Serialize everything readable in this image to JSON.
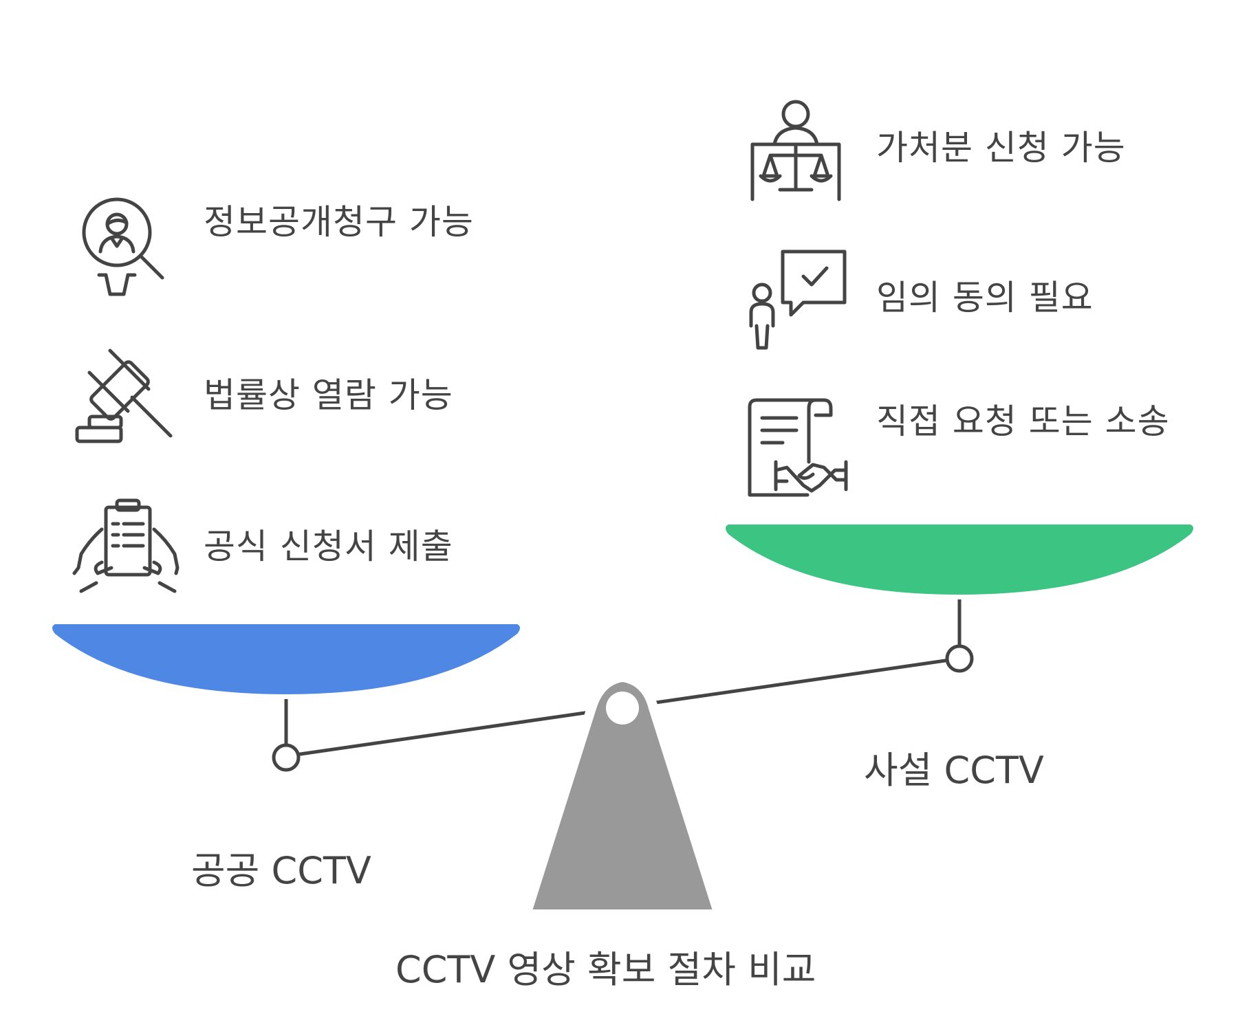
{
  "title": "CCTV 영상 확보 절차 비교",
  "colors": {
    "public_pan": "#4F87E4",
    "private_pan": "#3CC483",
    "fulcrum": "#999999",
    "line": "#444444"
  },
  "public": {
    "label": "공공 CCTV",
    "items": [
      {
        "icon": "person-search-icon",
        "text": "정보공개청구 가능"
      },
      {
        "icon": "gavel-icon",
        "text": "법률상 열람 가능"
      },
      {
        "icon": "clipboard-hands-icon",
        "text": "공식 신청서 제출"
      }
    ]
  },
  "private": {
    "label": "사설 CCTV",
    "items": [
      {
        "icon": "judge-scales-icon",
        "text": "가처분 신청 가능"
      },
      {
        "icon": "person-consent-icon",
        "text": "임의 동의 필요"
      },
      {
        "icon": "contract-handshake-icon",
        "text": "직접 요청 또는 소송"
      }
    ]
  }
}
